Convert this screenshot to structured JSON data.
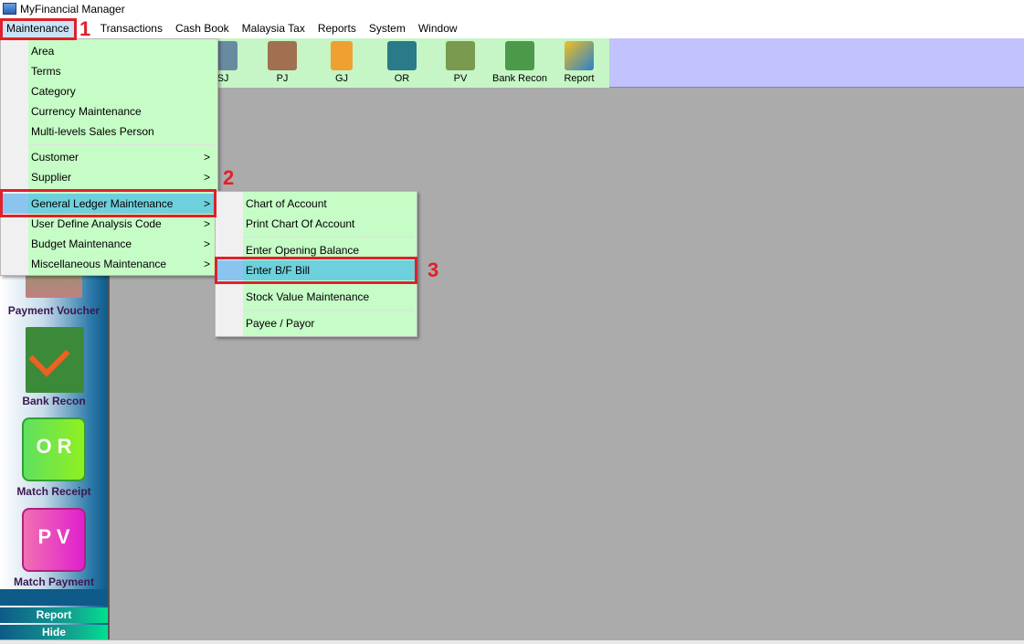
{
  "window": {
    "title": "MyFinancial Manager"
  },
  "menubar": [
    "Maintenance",
    "Transactions",
    "Cash Book",
    "Malaysia Tax",
    "Reports",
    "System",
    "Window"
  ],
  "toolbar": [
    {
      "label": "SJ",
      "color": "#6a8aa0"
    },
    {
      "label": "PJ",
      "color": "#a07050"
    },
    {
      "label": "GJ",
      "color": "#f0a030"
    },
    {
      "label": "OR",
      "color": "#2a7a8a"
    },
    {
      "label": "PV",
      "color": "#7a9a50"
    },
    {
      "label": "Bank Recon",
      "color": "#4a9a4a"
    },
    {
      "label": "Report",
      "color": "#2a80d0"
    }
  ],
  "sidebar": {
    "items": [
      {
        "label": "Payment Voucher"
      },
      {
        "label": "Bank Recon"
      },
      {
        "label": "Match Receipt",
        "glyph": "O R"
      },
      {
        "label": "Match Payment",
        "glyph": "P V"
      }
    ],
    "report": "Report",
    "hide": "Hide"
  },
  "maintenance_menu": [
    "Area",
    "Terms",
    "Category",
    "Currency Maintenance",
    "Multi-levels Sales Person",
    "Customer",
    "Supplier",
    "General Ledger Maintenance",
    "User Define Analysis Code",
    "Budget Maintenance",
    "Miscellaneous Maintenance"
  ],
  "gl_submenu": [
    "Chart of Account",
    "Print Chart Of Account",
    "Enter Opening Balance",
    "Enter B/F Bill",
    "Stock Value Maintenance",
    "Payee / Payor"
  ],
  "submenu_arrow": ">",
  "annotations": [
    "1",
    "2",
    "3"
  ]
}
